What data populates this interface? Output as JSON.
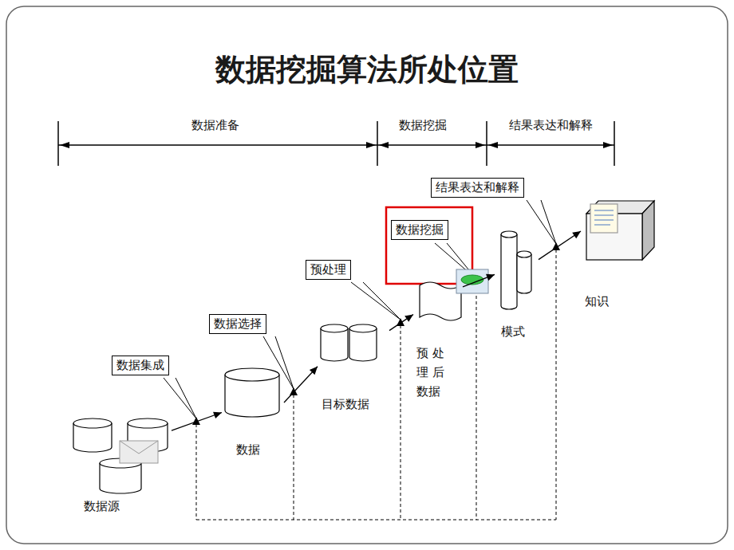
{
  "diagram": {
    "title": "数据挖掘算法所处位置",
    "nodes": [
      {
        "text": [
          "数据源"
        ]
      },
      {
        "text": [
          "数据"
        ]
      },
      {
        "text": [
          "目标数据"
        ]
      },
      {
        "text": [
          "预 处 理 后 数据"
        ]
      },
      {
        "text": [
          "模式"
        ]
      },
      {
        "text": [
          "知识"
        ]
      },
      {
        "text": [
          "数据集成"
        ]
      },
      {
        "text": [
          "数据选择"
        ]
      },
      {
        "text": [
          "预处理"
        ]
      },
      {
        "text": [
          "数据挖掘"
        ]
      },
      {
        "text": [
          "结果表达和解释"
        ]
      }
    ],
    "edges": [
      {
        "from": 0,
        "to": 1,
        "arrow": "to"
      },
      {
        "from": 1,
        "to": 2,
        "arrow": "to"
      },
      {
        "from": 2,
        "to": 3,
        "arrow": "to"
      },
      {
        "from": 3,
        "to": 4,
        "arrow": "to"
      },
      {
        "from": 4,
        "to": 5,
        "arrow": "to"
      }
    ],
    "labels": [
      "数据准备",
      "数据挖掘",
      "结果表达和解释"
    ]
  }
}
